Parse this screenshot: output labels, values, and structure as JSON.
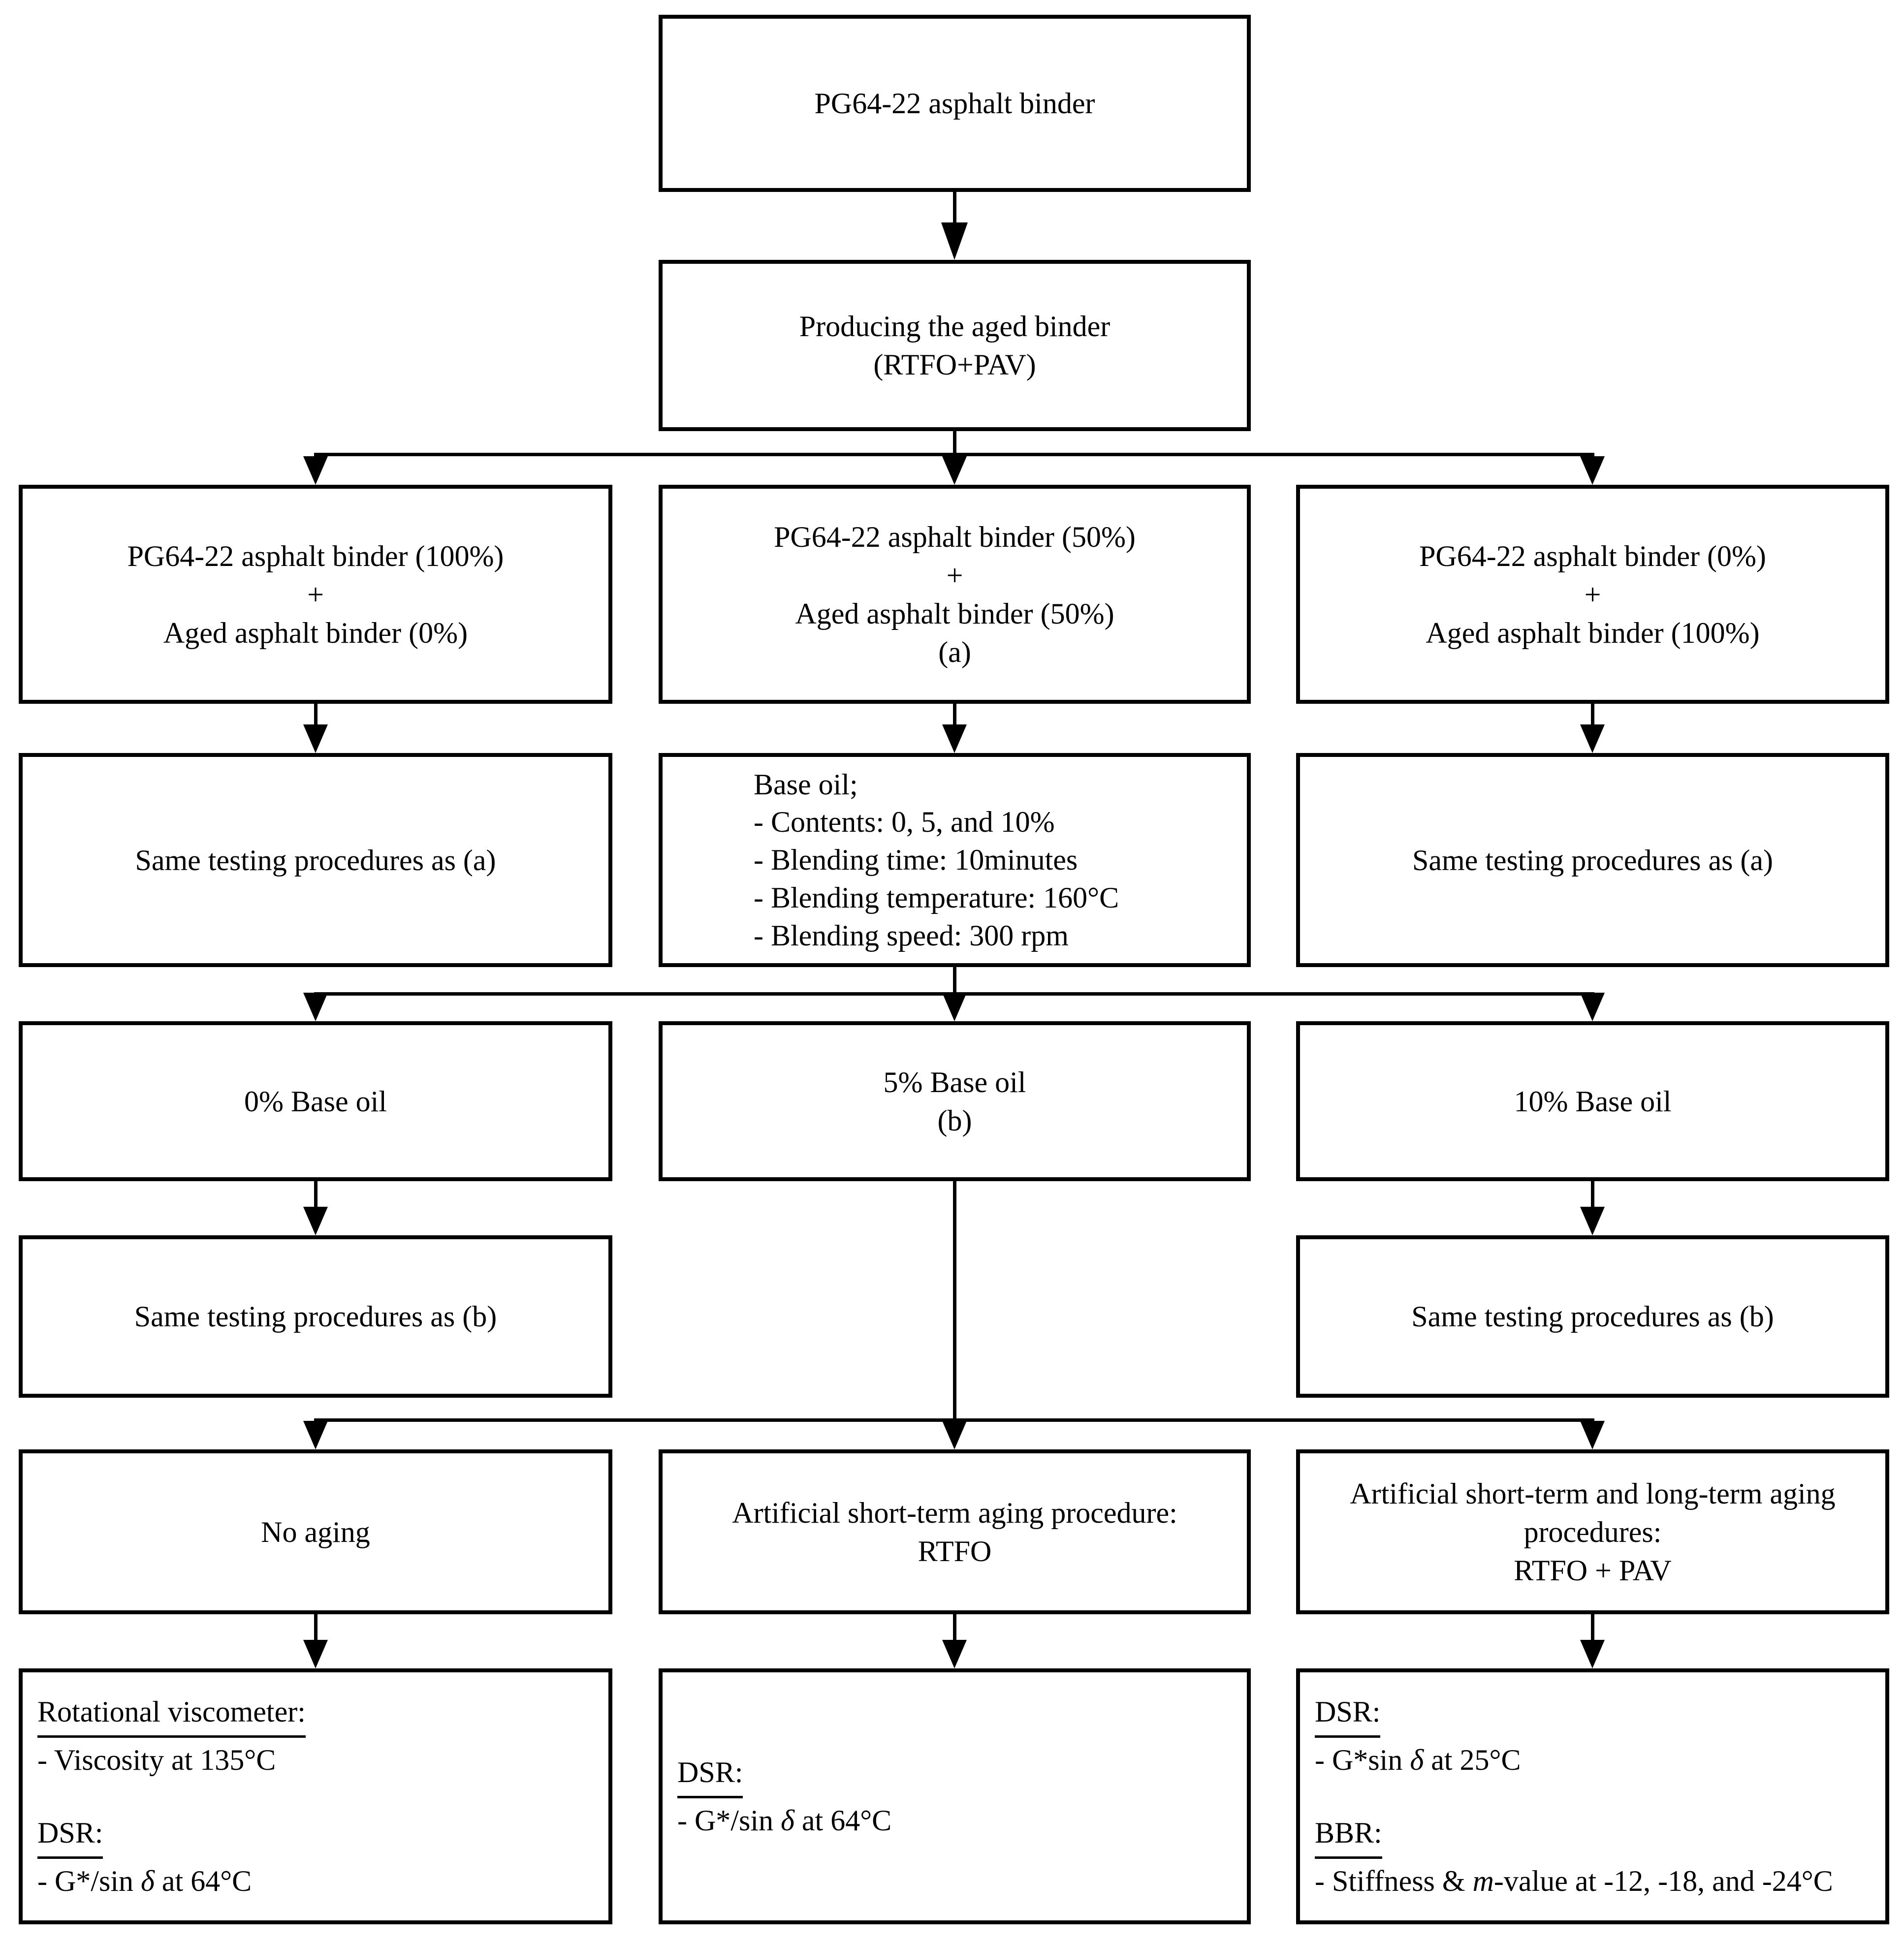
{
  "figure": {
    "background_color": "#ffffff",
    "ink_color": "#000000",
    "type": "flowchart"
  },
  "nodes": {
    "binder": {
      "lines": [
        "PG64-22 asphalt binder"
      ]
    },
    "aged_binder": {
      "lines": [
        "Producing the aged binder",
        "(RTFO+PAV)"
      ]
    },
    "blend_100_0": {
      "lines": [
        "PG64-22 asphalt binder (100%)",
        "+",
        "Aged asphalt binder (0%)"
      ]
    },
    "blend_50_50": {
      "lines": [
        "PG64-22 asphalt binder (50%)",
        "+",
        "Aged asphalt binder (50%)",
        "(a)"
      ]
    },
    "blend_0_100": {
      "lines": [
        "PG64-22 asphalt binder (0%)",
        "+",
        "Aged asphalt binder (100%)"
      ]
    },
    "same_as_a_left": {
      "lines": [
        "Same testing procedures as (a)"
      ]
    },
    "base_oil": {
      "lines": [
        "Base oil;",
        "- Contents: 0, 5, and 10%",
        "- Blending time: 10minutes",
        "- Blending temperature: 160°C",
        "- Blending speed: 300 rpm"
      ]
    },
    "same_as_a_right": {
      "lines": [
        "Same testing procedures as (a)"
      ]
    },
    "oil_0": {
      "lines": [
        "0% Base oil"
      ]
    },
    "oil_5": {
      "lines": [
        "5% Base oil",
        "(b)"
      ]
    },
    "oil_10": {
      "lines": [
        "10% Base oil"
      ]
    },
    "same_as_b_left": {
      "lines": [
        "Same testing procedures as (b)"
      ]
    },
    "same_as_b_right": {
      "lines": [
        "Same testing procedures as (b)"
      ]
    },
    "no_aging": {
      "lines": [
        "No aging"
      ]
    },
    "short_term": {
      "lines": [
        "Artificial short-term aging procedure:",
        "RTFO"
      ]
    },
    "short_long_term": {
      "lines": [
        "Artificial short-term and long-term aging",
        "procedures:",
        "RTFO + PAV"
      ]
    },
    "tests_unaged": {
      "header1": "Rotational viscometer:",
      "item1": "- Viscosity at 135°C",
      "header2": "DSR:",
      "item2_pre": "- G*/sin ",
      "item2_sym": "δ",
      "item2_post": " at 64°C"
    },
    "tests_rtfo": {
      "header": "DSR:",
      "item_pre": "- G*/sin ",
      "item_sym": "δ",
      "item_post": " at 64°C"
    },
    "tests_pav": {
      "header1": "DSR:",
      "item1_pre": "- G*sin ",
      "item1_sym": "δ",
      "item1_post": " at 25°C",
      "header2": "BBR:",
      "item2_pre": "- Stiffness & ",
      "item2_sym": "m",
      "item2_post": "-value at -12, -18, and -24°C"
    }
  }
}
